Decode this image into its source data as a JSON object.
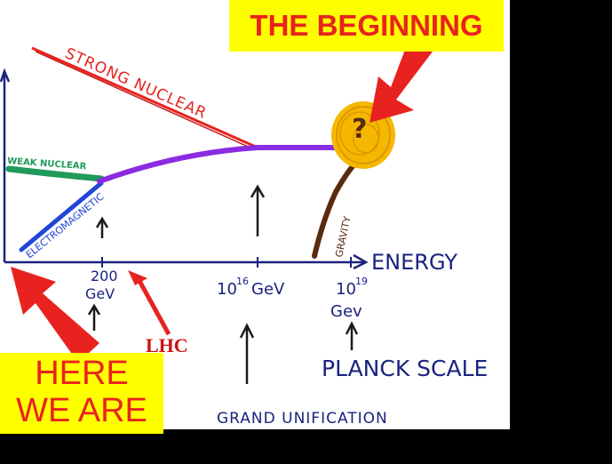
{
  "callouts": {
    "beginning": "THE BEGINNING",
    "here_line1": "HERE",
    "here_line2": "WE ARE",
    "lhc": "LHC"
  },
  "forces": {
    "strong": "STRONG NUCLEAR",
    "weak": "WEAK NUCLEAR",
    "em": "ELECTROMAGNETIC",
    "gravity": "GRAVITY",
    "unknown": "?"
  },
  "axis": {
    "label": "ENERGY",
    "tick_200": "200",
    "tick_200_unit": "GeV",
    "tick_16": "10",
    "tick_16_exp": "16",
    "tick_16_unit": "GeV",
    "tick_19": "10",
    "tick_19_exp": "19",
    "tick_19_unit": "Gev"
  },
  "annotations": {
    "planck": "PLANCK SCALE",
    "gut": "GRAND UNIFICATION"
  },
  "colors": {
    "strong": "#e8231f",
    "weak": "#1f9a5a",
    "em": "#2046d8",
    "unified": "#8a2be2",
    "gravity": "#5a2a10",
    "ball": "#f5b800",
    "highlight": "#ffff00",
    "arrow": "#e8231f"
  }
}
